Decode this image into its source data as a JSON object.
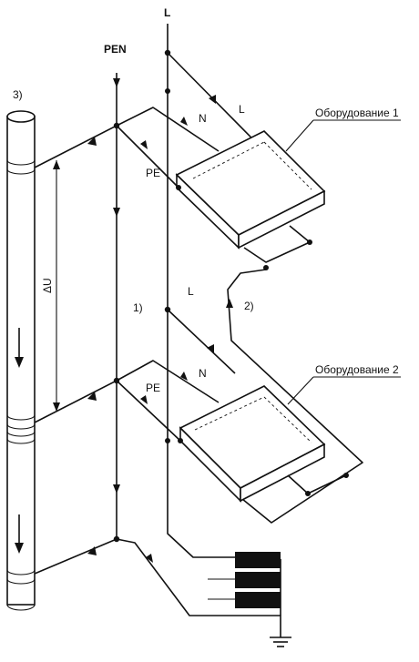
{
  "labels": {
    "L_top": "L",
    "PEN": "PEN",
    "pipe_num": "3)",
    "N1": "N",
    "L1": "L",
    "PE1": "PE",
    "equip1": "Оборудование 1",
    "dU": "ΔU",
    "path1": "1)",
    "L2": "L",
    "path2": "2)",
    "equip2": "Оборудование 2",
    "N2": "N",
    "PE2": "PE"
  }
}
